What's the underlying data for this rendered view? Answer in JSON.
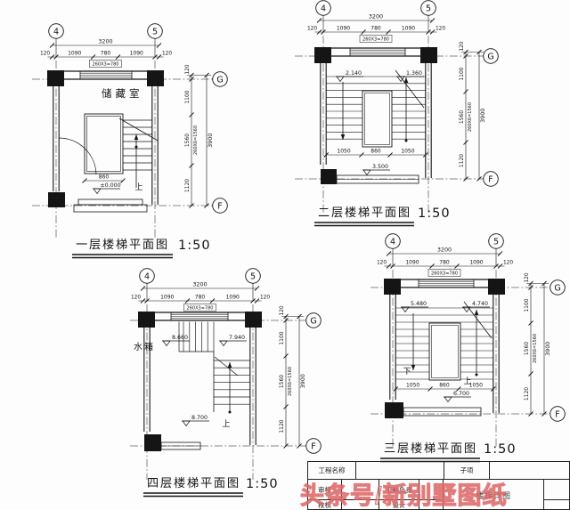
{
  "watermark": {
    "text": "头条号/新别墅图纸",
    "color": "#db6464"
  },
  "title_block": {
    "project_label": "工程名称",
    "subitem_label": "子项",
    "review_label": "审核",
    "trade_lead_label": "工种负责",
    "check_label": "校核",
    "design_label": "设计",
    "drawing_name": "楼梯详图"
  },
  "grid_bubbles": {
    "col_left": "4",
    "col_right": "5",
    "row_top": "G",
    "row_bottom": "F"
  },
  "dims_top": {
    "overall": "3200",
    "segments": [
      "120",
      "1090",
      "780",
      "1090",
      "120"
    ],
    "note": "260X3=780"
  },
  "dims_right": {
    "overall": "3900",
    "segments": [
      "120",
      "1100",
      "1560",
      "1120"
    ],
    "note": "260X6=1560"
  },
  "plans": [
    {
      "key": "first",
      "title": "一层楼梯平面图",
      "scale": "1:50",
      "room_label": "储藏室",
      "bottom_dims": [
        "860"
      ],
      "levels": {
        "floor": "±0.000"
      },
      "marks": {
        "up": "上"
      }
    },
    {
      "key": "second",
      "title": "二层楼梯平面图",
      "scale": "1:50",
      "bottom_dims": [
        "1050",
        "860",
        "1050"
      ],
      "levels": {
        "upper_left": "2.140",
        "upper_right": "1.360",
        "floor": "3.500"
      },
      "marks": {}
    },
    {
      "key": "third",
      "title": "三层楼梯平面图",
      "scale": "1:50",
      "bottom_dims": [
        "1050",
        "860",
        "1050"
      ],
      "levels": {
        "upper_left": "5.480",
        "upper_right": "4.740",
        "floor": "6.700"
      },
      "marks": {
        "up": "上",
        "down": "下"
      }
    },
    {
      "key": "fourth",
      "title": "四层楼梯平面图",
      "scale": "1:50",
      "room_label": "水箱",
      "bottom_dims": [],
      "levels": {
        "upper_left": "8.660",
        "upper_right": "7.940",
        "floor": "8.700"
      },
      "marks": {
        "up": "上"
      }
    }
  ]
}
